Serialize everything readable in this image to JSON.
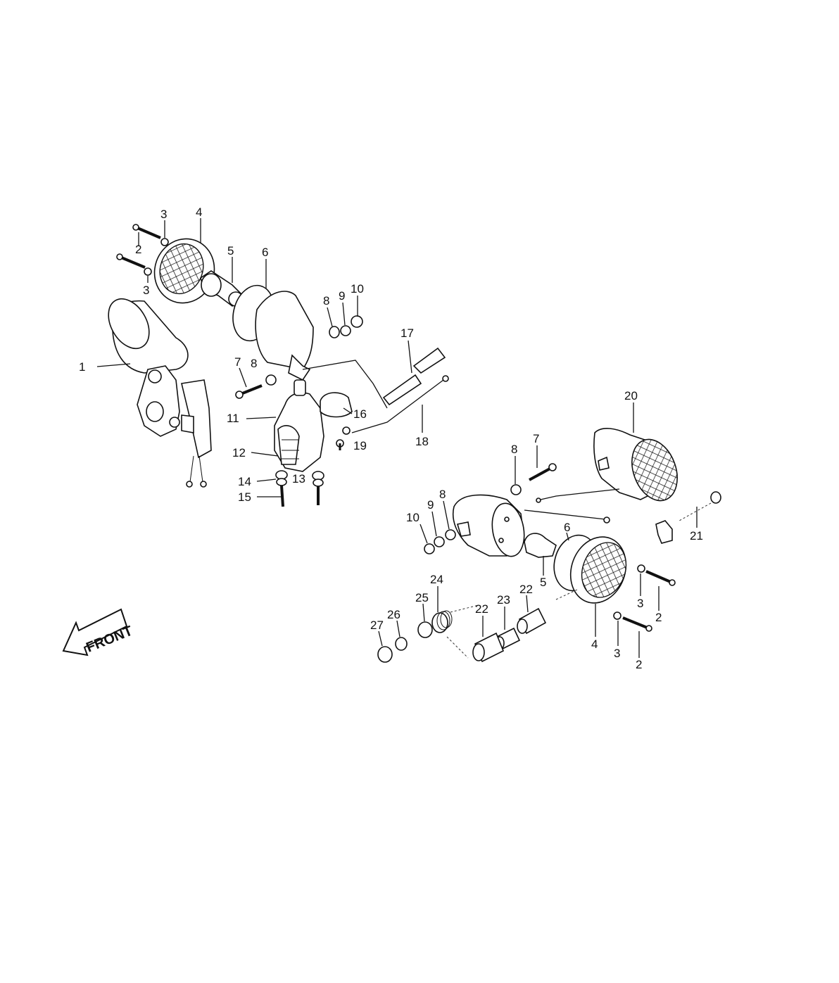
{
  "diagram": {
    "front_arrow_text": "FRONT",
    "callouts": [
      {
        "id": "c1",
        "text": "1"
      },
      {
        "id": "c2a",
        "text": "2"
      },
      {
        "id": "c3a",
        "text": "3"
      },
      {
        "id": "c3b",
        "text": "3"
      },
      {
        "id": "c4a",
        "text": "4"
      },
      {
        "id": "c5a",
        "text": "5"
      },
      {
        "id": "c6a",
        "text": "6"
      },
      {
        "id": "c7a",
        "text": "7"
      },
      {
        "id": "c8a",
        "text": "8"
      },
      {
        "id": "c8b",
        "text": "8"
      },
      {
        "id": "c9a",
        "text": "9"
      },
      {
        "id": "c10a",
        "text": "10"
      },
      {
        "id": "c11",
        "text": "11"
      },
      {
        "id": "c12",
        "text": "12"
      },
      {
        "id": "c13",
        "text": "13"
      },
      {
        "id": "c14",
        "text": "14"
      },
      {
        "id": "c15",
        "text": "15"
      },
      {
        "id": "c16",
        "text": "16"
      },
      {
        "id": "c17",
        "text": "17"
      },
      {
        "id": "c18",
        "text": "18"
      },
      {
        "id": "c19",
        "text": "19"
      },
      {
        "id": "c20",
        "text": "20"
      },
      {
        "id": "c21",
        "text": "21"
      },
      {
        "id": "c7b",
        "text": "7"
      },
      {
        "id": "c8c",
        "text": "8"
      },
      {
        "id": "c8d",
        "text": "8"
      },
      {
        "id": "c9b",
        "text": "9"
      },
      {
        "id": "c10b",
        "text": "10"
      },
      {
        "id": "c6b",
        "text": "6"
      },
      {
        "id": "c5b",
        "text": "5"
      },
      {
        "id": "c3c",
        "text": "3"
      },
      {
        "id": "c2b",
        "text": "2"
      },
      {
        "id": "c3d",
        "text": "3"
      },
      {
        "id": "c2c",
        "text": "2"
      },
      {
        "id": "c4b",
        "text": "4"
      },
      {
        "id": "c22a",
        "text": "22"
      },
      {
        "id": "c22b",
        "text": "22"
      },
      {
        "id": "c23",
        "text": "23"
      },
      {
        "id": "c24",
        "text": "24"
      },
      {
        "id": "c25",
        "text": "25"
      },
      {
        "id": "c26",
        "text": "26"
      },
      {
        "id": "c27",
        "text": "27"
      }
    ]
  }
}
